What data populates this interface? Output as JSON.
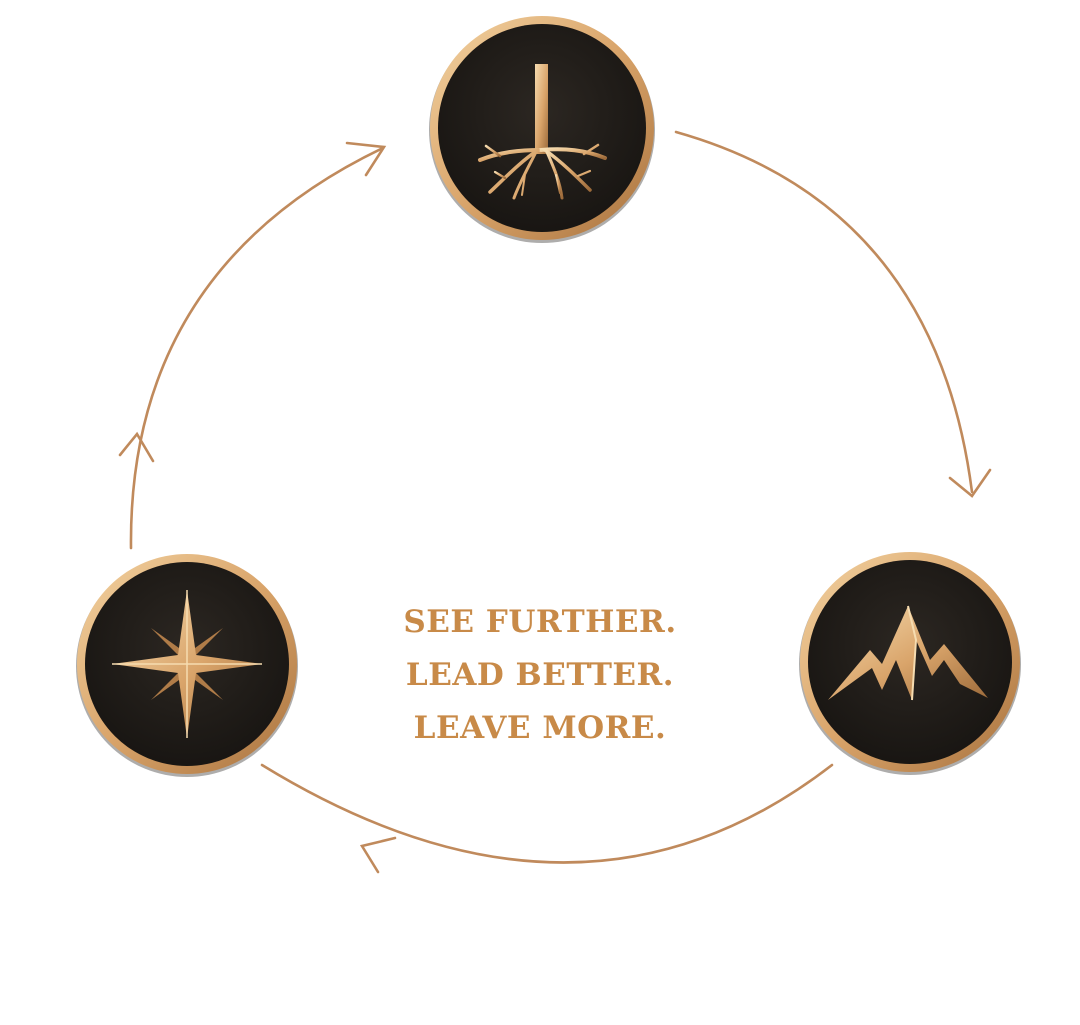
{
  "colors": {
    "arrow": "#c08a5c",
    "gold": "#d9a46a",
    "gold_light": "#f3d3a2",
    "gold_dark": "#a8723e",
    "disc": "#221e19",
    "text": "#c88a48"
  },
  "nodes": [
    {
      "id": "top",
      "icon": "roots-icon"
    },
    {
      "id": "right",
      "icon": "mountain-icon"
    },
    {
      "id": "left",
      "icon": "compass-star-icon"
    }
  ],
  "tagline": {
    "line1": "SEE FURTHER.",
    "line2": "LEAD BETTER.",
    "line3": "LEAVE MORE."
  }
}
